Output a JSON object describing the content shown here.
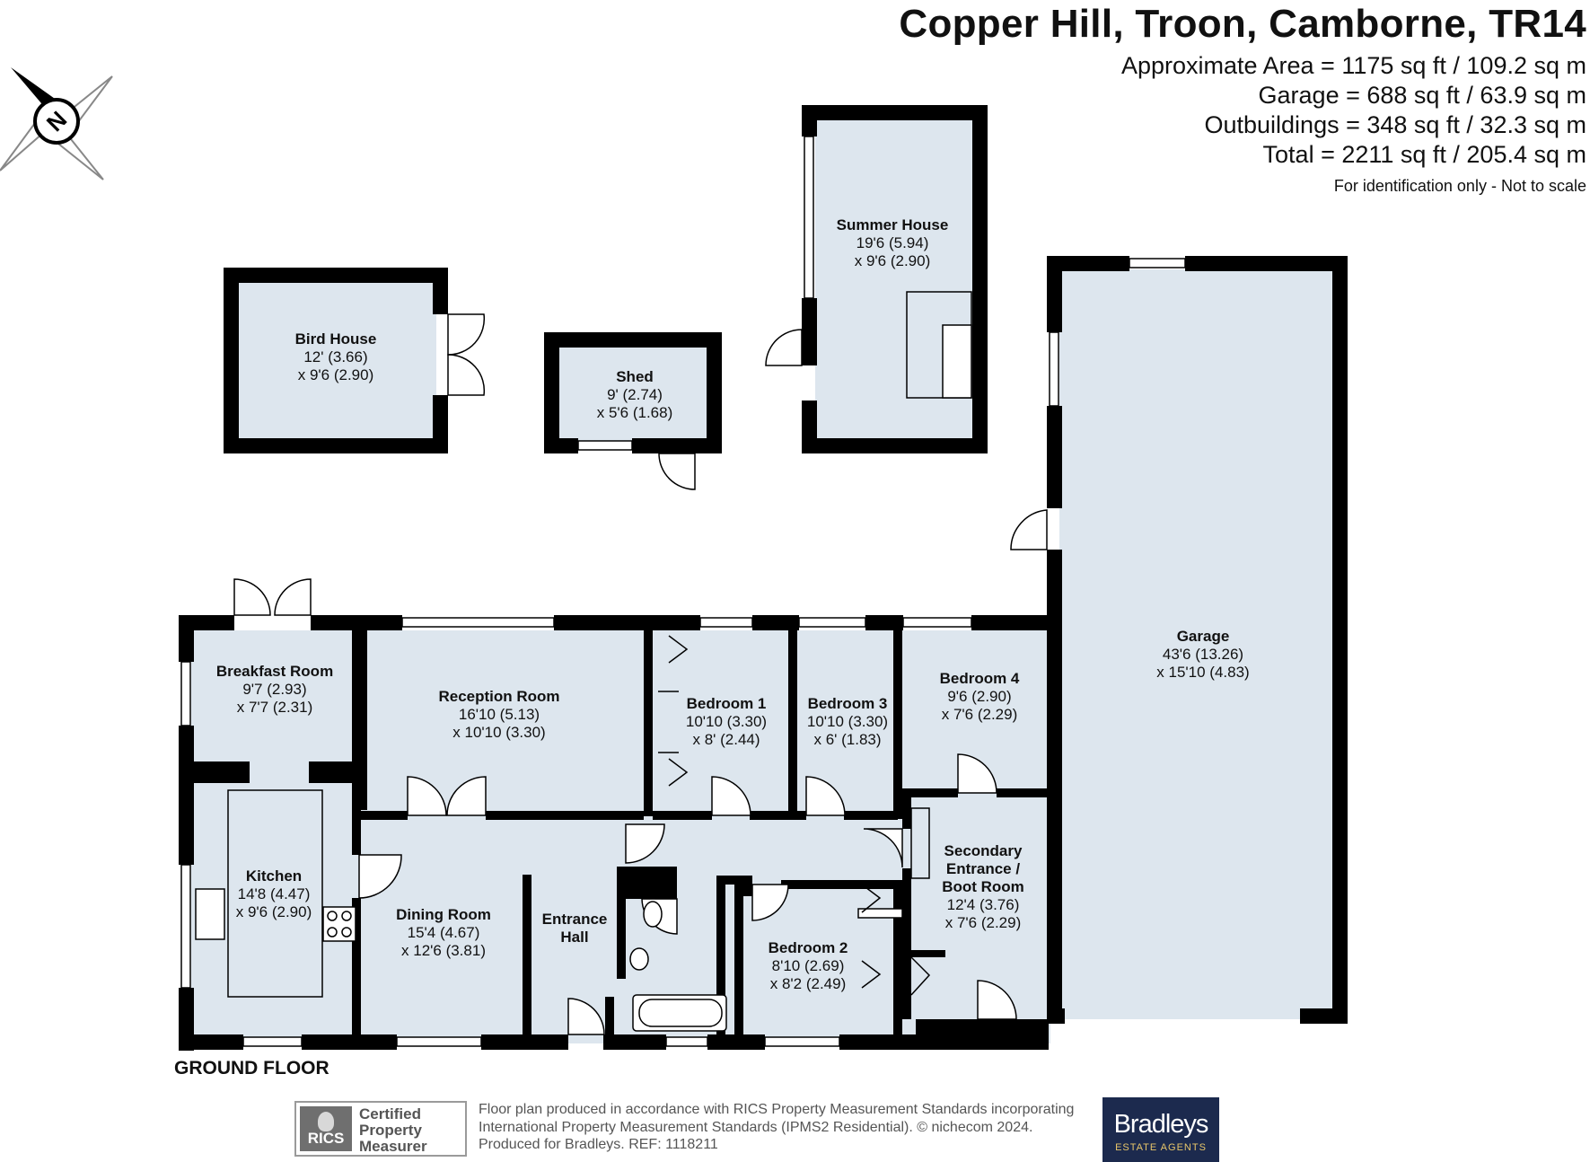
{
  "header": {
    "title": "Copper Hill, Troon, Camborne, TR14",
    "areas": [
      "Approximate Area = 1175 sq ft / 109.2 sq m",
      "Garage = 688 sq ft / 63.9 sq m",
      "Outbuildings = 348 sq ft / 32.3 sq m",
      "Total = 2211 sq ft / 205.4 sq m"
    ],
    "note": "For identification only - Not to scale"
  },
  "compass": {
    "label": "N"
  },
  "rooms": {
    "bird_house": {
      "name": "Bird House",
      "dim1": "12' (3.66)",
      "dim2": "x 9'6 (2.90)"
    },
    "shed": {
      "name": "Shed",
      "dim1": "9' (2.74)",
      "dim2": "x 5'6 (1.68)"
    },
    "summer_house": {
      "name": "Summer House",
      "dim1": "19'6 (5.94)",
      "dim2": "x 9'6 (2.90)"
    },
    "garage": {
      "name": "Garage",
      "dim1": "43'6 (13.26)",
      "dim2": "x 15'10 (4.83)"
    },
    "breakfast_room": {
      "name": "Breakfast Room",
      "dim1": "9'7 (2.93)",
      "dim2": "x 7'7 (2.31)"
    },
    "reception_room": {
      "name": "Reception Room",
      "dim1": "16'10 (5.13)",
      "dim2": "x 10'10 (3.30)"
    },
    "bedroom_1": {
      "name": "Bedroom 1",
      "dim1": "10'10 (3.30)",
      "dim2": "x 8' (2.44)"
    },
    "bedroom_3": {
      "name": "Bedroom 3",
      "dim1": "10'10 (3.30)",
      "dim2": "x 6' (1.83)"
    },
    "bedroom_4": {
      "name": "Bedroom 4",
      "dim1": "9'6 (2.90)",
      "dim2": "x 7'6 (2.29)"
    },
    "kitchen": {
      "name": "Kitchen",
      "dim1": "14'8 (4.47)",
      "dim2": "x 9'6 (2.90)"
    },
    "dining_room": {
      "name": "Dining Room",
      "dim1": "15'4 (4.67)",
      "dim2": "x 12'6 (3.81)"
    },
    "entrance_hall": {
      "name1": "Entrance",
      "name2": "Hall"
    },
    "bedroom_2": {
      "name": "Bedroom 2",
      "dim1": "8'10 (2.69)",
      "dim2": "x 8'2 (2.49)"
    },
    "secondary_entrance": {
      "name1": "Secondary",
      "name2": "Entrance /",
      "name3": "Boot Room",
      "dim1": "12'4 (3.76)",
      "dim2": "x 7'6 (2.29)"
    }
  },
  "floor_label": "GROUND FLOOR",
  "footer": {
    "rics_logo": "RICS",
    "rics_cert": [
      "Certified",
      "Property",
      "Measurer"
    ],
    "produced": [
      "Floor plan produced in accordance with RICS Property Measurement Standards incorporating",
      "International Property Measurement Standards (IPMS2 Residential).  © nichecom 2024.",
      "Produced for Bradleys.   REF: 1118211"
    ],
    "brand": "Bradleys",
    "brand_sub": "ESTATE AGENTS"
  },
  "colors": {
    "wall": "#000000",
    "floor": "#dde6ee",
    "brand": "#1c2a4e"
  }
}
